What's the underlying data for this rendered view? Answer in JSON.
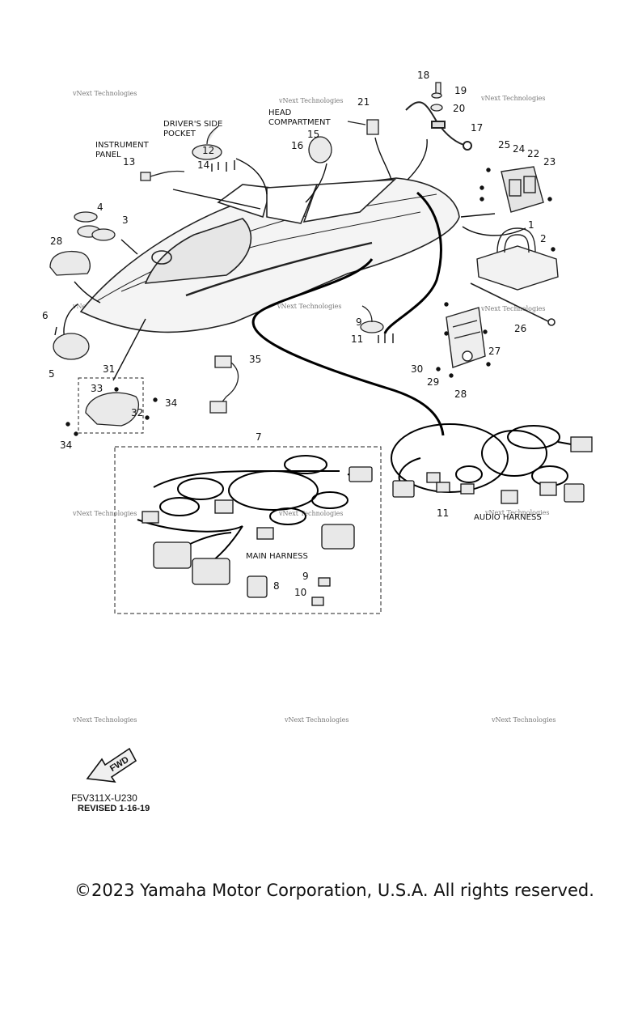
{
  "labels": {
    "instrument_panel": [
      "INSTRUMENT",
      "PANEL"
    ],
    "drivers_side_pocket": [
      "DRIVER'S SIDE",
      "POCKET"
    ],
    "head_compartment": [
      "HEAD",
      "COMPARTMENT"
    ],
    "main_harness": "MAIN HARNESS",
    "audio_harness": "AUDIO HARNESS",
    "fwd": "FWD"
  },
  "callouts": [
    "1",
    "2",
    "3",
    "4",
    "5",
    "6",
    "7",
    "8",
    "9",
    "9",
    "10",
    "11",
    "11",
    "11",
    "12",
    "13",
    "14",
    "15",
    "16",
    "17",
    "18",
    "19",
    "20",
    "21",
    "22",
    "23",
    "24",
    "25",
    "26",
    "27",
    "28",
    "28",
    "29",
    "30",
    "31",
    "32",
    "33",
    "34",
    "34",
    "35"
  ],
  "watermark": "vNext Technologies",
  "drawing_code": "F5V311X-U230",
  "revised": "REVISED 1-16-19",
  "copyright": "©2023 Yamaha Motor Corporation, U.S.A. All rights reserved."
}
